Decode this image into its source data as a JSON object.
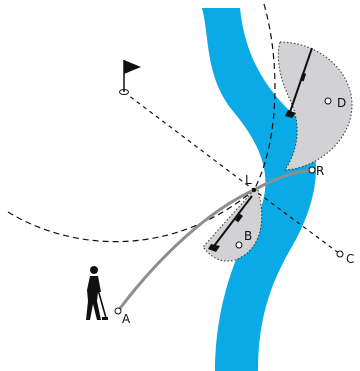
{
  "diagram": {
    "labels": {
      "A": "A",
      "B": "B",
      "C": "C",
      "D": "D",
      "L": "L",
      "R": "R"
    },
    "colors": {
      "water": "#0AAAE6",
      "drop_zone": "#D2D2D4",
      "ball_path": "#8E8E8E",
      "lines": "#111111",
      "background": "#FFFFFF"
    },
    "icons": {
      "flag": "flag-icon",
      "golfer": "golfer-icon"
    }
  }
}
